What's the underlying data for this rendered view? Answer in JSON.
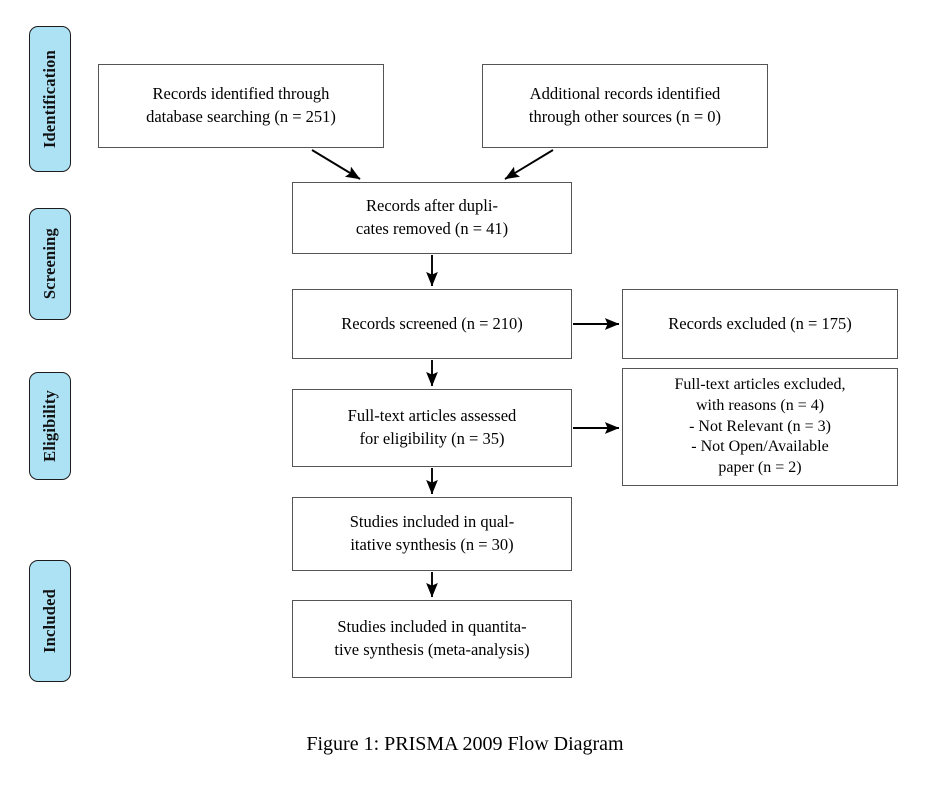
{
  "figure": {
    "caption": "Figure 1: PRISMA 2009 Flow Diagram",
    "background_color": "#ffffff",
    "box_border_color": "#555555",
    "pill_fill_color": "#ade2f5",
    "pill_border_color": "#1c1c1c",
    "arrow_color": "#000000"
  },
  "stages": [
    {
      "label": "Identification"
    },
    {
      "label": "Screening"
    },
    {
      "label": "Eligibility"
    },
    {
      "label": "Included"
    }
  ],
  "boxes": {
    "database_records": "Records identified through\ndatabase searching (n = 251)",
    "other_records": "Additional records identified\nthrough other sources (n = 0)",
    "duplicates_removed": "Records after dupli-\ncates removed (n = 41)",
    "records_screened": "Records screened (n = 210)",
    "records_excluded": "Records excluded (n = 175)",
    "fulltext_assessed": "Full-text articles assessed\nfor eligibility (n = 35)",
    "fulltext_excluded": "Full-text articles excluded,\nwith reasons (n = 4)\n- Not Relevant (n = 3)\n- Not Open/Available\npaper (n = 2)",
    "qualitative_synthesis": "Studies included in qual-\nitative synthesis (n = 30)",
    "quantitative_synthesis": "Studies included in quantita-\ntive synthesis (meta-analysis)"
  },
  "counts": {
    "database_searching": 251,
    "other_sources": 0,
    "after_duplicates": 41,
    "screened": 210,
    "excluded": 175,
    "fulltext_assessed": 35,
    "fulltext_excluded": 4,
    "not_relevant": 3,
    "not_open_available": 2,
    "qualitative": 30
  }
}
